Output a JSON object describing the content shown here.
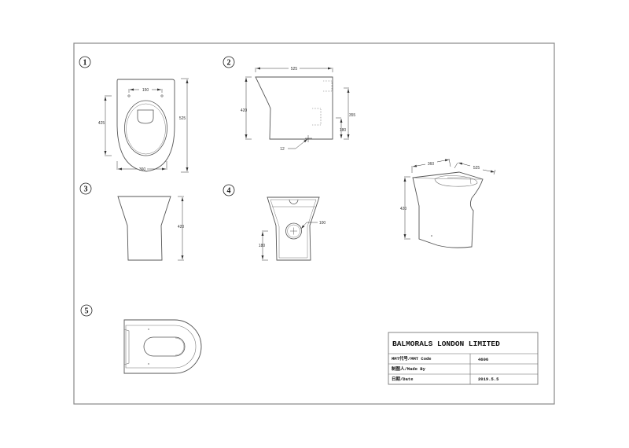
{
  "drawing": {
    "type": "technical-drawing",
    "subject": "back-to-wall toilet pan",
    "border_color": "#888888",
    "line_color": "#555555"
  },
  "views": [
    {
      "number": "1",
      "name": "top-view",
      "dimensions": {
        "hole_spacing": "150",
        "seat_length": "425",
        "overall_length": "525",
        "width": "360"
      }
    },
    {
      "number": "2",
      "name": "side-view",
      "dimensions": {
        "length": "525",
        "height": "420",
        "outlet_height": "355",
        "inlet_height": "180",
        "fixing": "12"
      }
    },
    {
      "number": "3",
      "name": "front-view",
      "dimensions": {
        "height": "420"
      }
    },
    {
      "number": "4",
      "name": "rear-view",
      "dimensions": {
        "outlet_diameter": "100",
        "outlet_height": "180"
      }
    },
    {
      "number": "5",
      "name": "plan-view",
      "dimensions": {}
    }
  ],
  "iso_view": {
    "name": "isometric-view",
    "dimensions": {
      "width": "360",
      "length": "525",
      "height": "420"
    }
  },
  "title_block": {
    "company": "BALMORALS LONDON LIMITED",
    "rows": [
      {
        "label": "MMT代号/MMT Code",
        "value": "4606"
      },
      {
        "label": "制图人/Made By",
        "value": ""
      },
      {
        "label": "日期/Date",
        "value": "2019.5.5"
      }
    ]
  }
}
